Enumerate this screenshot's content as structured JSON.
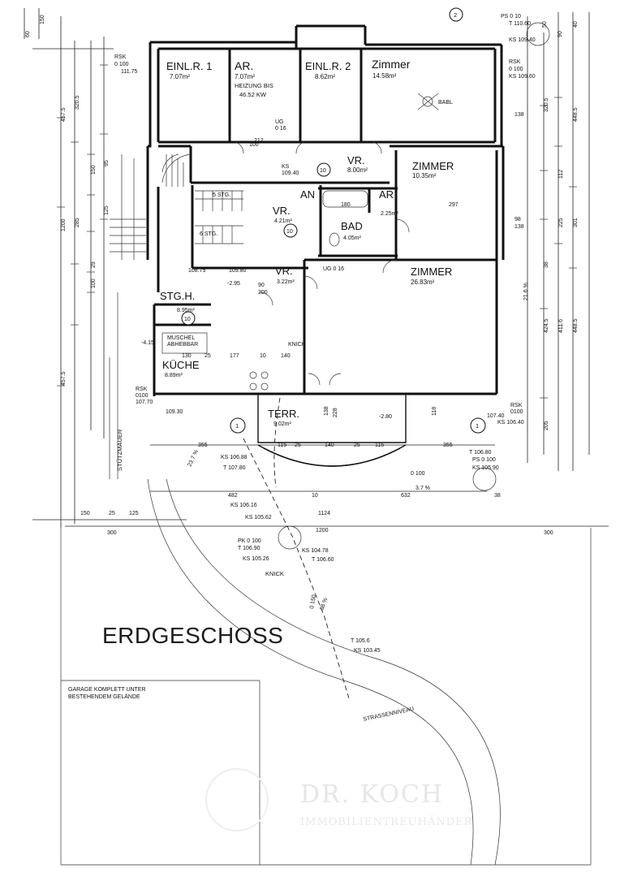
{
  "title": "ERDGESCHOSS",
  "rooms": {
    "einl1": {
      "name": "EINL.R. 1",
      "area": "7.07m²"
    },
    "ar1": {
      "name": "AR.",
      "area": "7.07m²",
      "note1": "HEIZUNG BIS",
      "note2": "46.52 KW"
    },
    "einl2": {
      "name": "EINL.R. 2",
      "area": "8.62m²"
    },
    "zimmer_top": {
      "name": "Zimmer",
      "area": "14.58m²",
      "balcony": "BABL"
    },
    "vr_top": {
      "name": "VR.",
      "area": "8.00m²"
    },
    "zimmer2": {
      "name": "ZIMMER",
      "area": "10.35m²"
    },
    "an": {
      "name": "AN"
    },
    "ar2": {
      "name": "AR",
      "area": "2.25m²"
    },
    "bad": {
      "name": "BAD",
      "area": "4.05m²"
    },
    "vr_mid": {
      "name": "VR.",
      "area": "4.21m²"
    },
    "vr_low": {
      "name": "VR.",
      "area": "3.22m²"
    },
    "zimmer3": {
      "name": "ZIMMER",
      "area": "26.83m²"
    },
    "stgh": {
      "name": "STG.H.",
      "area": "8.95m²"
    },
    "kueche": {
      "name": "KÜCHE",
      "area": "8.89m²"
    },
    "terr": {
      "name": "TERR.",
      "area": "9.02m²"
    }
  },
  "labels": {
    "muschel": "MUSCHEL",
    "abhebbar": "ABHEBBAR",
    "knick": "KNICK",
    "stuetzmauer": "STÜTZMAUER",
    "garage1": "GARAGE KOMPLETT UNTER",
    "garage2": "BESTEHENDEM GELÄNDE",
    "strassenniveau": "STRASSENNIVEAU",
    "knick2": "KNICK",
    "stg1": "5 STG.",
    "stg2": "6 STG.",
    "ug1": "UG",
    "ug2": "UG 0 16",
    "ug3": "0 16"
  },
  "annotations": {
    "ps_top": "PS 0 10",
    "t_top": "T 110.60",
    "ks_top": "KS 109.40",
    "rsk_tr": "RSK",
    "rsk_tr2": "0 100",
    "rsk_tr3": "KS 109.60",
    "rsk_tl": "RSK",
    "rsk_tl2": "0 100",
    "rsk_tl3": "111.75",
    "ks_inner": "KS",
    "ks_inner2": "109.40",
    "h_108_75": "108.75",
    "h_109_80": "109.80",
    "rsk_left": "RSK",
    "rsk_left2": "0100",
    "rsk_left3": "107.70",
    "h_109_30": "109.30",
    "rsk_r": "RSK",
    "rsk_r2": "0100",
    "rsk_r3": "KS 106.40",
    "h_107_40": "107.40",
    "ks_106_88": "KS 106.88",
    "t_107_80": "T 107.80",
    "t_106_80": "T 106.80",
    "ps_0100": "PS 0 100",
    "ks_105_90": "KS 105.90",
    "ks_106_16": "KS 106.16",
    "ks_105_62": "KS 105.62",
    "pk": "PK 0 100",
    "t_106_90": "T 106.90",
    "ks_105_26": "KS 105.26",
    "ks_104_78": "KS 104.78",
    "t_106_60": "T 106.60",
    "t_105_6": "T 105.6",
    "ks_103_45": "KS 103.45",
    "pct1": "3.7 %",
    "pct2": "23.7 %",
    "pct3": "38 %",
    "h_neg280": "-2.80",
    "h_neg295": "-2.95",
    "h_neg415": "-4.15",
    "d150": "0 150",
    "d100": "0 100",
    "slope": "21.6 %"
  },
  "dims_top": [
    "60",
    "150",
    "50",
    "90",
    "40"
  ],
  "dims_left_outer": [
    "457.5",
    "1200",
    "457.5"
  ],
  "dims_left_inner": [
    "320.5",
    "285",
    "150",
    "29",
    "100",
    "125",
    "95"
  ],
  "dims_right": [
    "320.5",
    "448.5",
    "301",
    "411.6",
    "448.5",
    "424.5",
    "205",
    "225",
    "112",
    "138",
    "98",
    "138",
    "38"
  ],
  "dims_bottom": [
    "355",
    "115",
    "25",
    "140",
    "25",
    "115",
    "355",
    "482",
    "10",
    "632",
    "38",
    "150",
    "25",
    "125",
    "1124",
    "300",
    "300",
    "1200"
  ],
  "dims_inner": [
    "180",
    "297",
    "212",
    "100",
    "200",
    "90",
    "130",
    "25",
    "177",
    "10",
    "140",
    "118",
    "138",
    "228"
  ],
  "markers": [
    "1",
    "2",
    "10"
  ],
  "watermark": {
    "line1": "DR. KOCH",
    "line2": "IMMOBILIENTREUHÄNDER"
  }
}
